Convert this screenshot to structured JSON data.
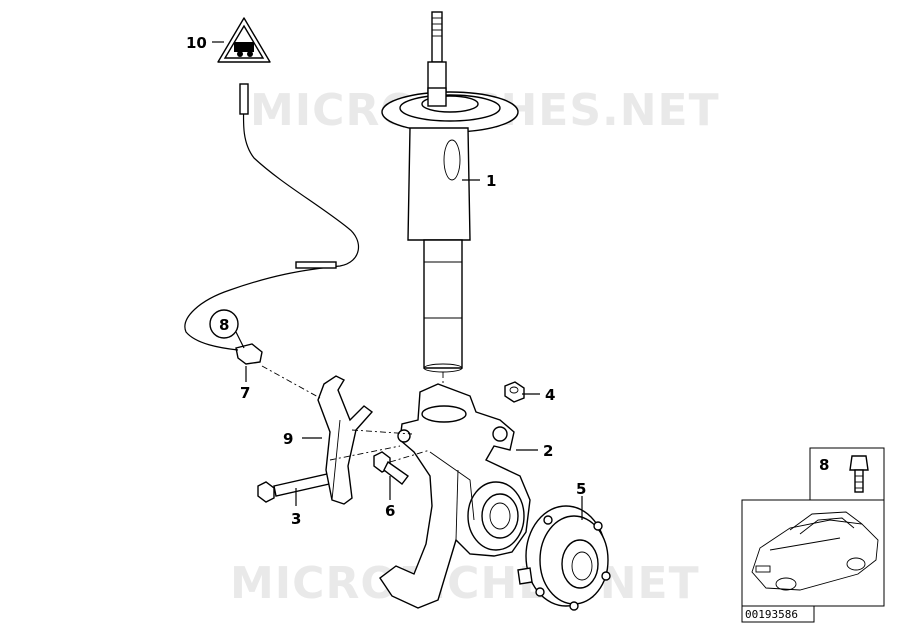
{
  "watermark": {
    "text": "MICROFICHES.NET"
  },
  "callouts": {
    "c1": "1",
    "c2": "2",
    "c3": "3",
    "c4": "4",
    "c5": "5",
    "c6": "6",
    "c7": "7",
    "c8": "8",
    "c9": "9",
    "c10": "10",
    "c8_box": "8"
  },
  "reference_number": "00193586",
  "colors": {
    "ink": "#000000",
    "watermark": "#e9e9e9",
    "background": "#ffffff"
  }
}
